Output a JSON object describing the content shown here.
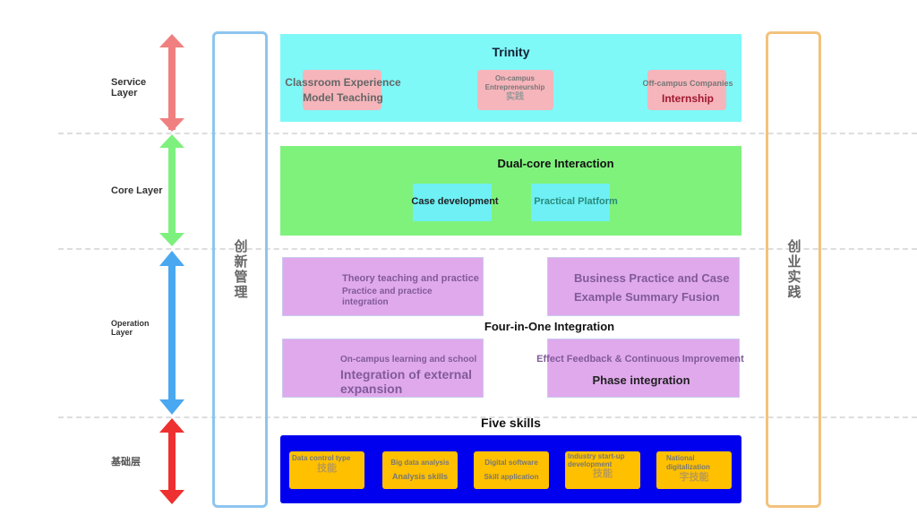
{
  "layers": {
    "service": "Service Layer",
    "core": "Core Layer",
    "operation": "Operation Layer",
    "foundation": "基础层"
  },
  "left_bar": "创新管理",
  "right_bar": "创业实践",
  "service": {
    "title": "Trinity",
    "items": [
      {
        "line1": "Classroom Experience",
        "line2": "Model Teaching"
      },
      {
        "line1": "On-campus",
        "line2": "Entrepreneurship",
        "line3": "实践"
      },
      {
        "line1": "Off-campus Companies",
        "line2": "Internship"
      }
    ]
  },
  "core": {
    "title": "Dual-core Interaction",
    "items": [
      "Case development",
      "Practical Platform"
    ]
  },
  "operation": {
    "title": "Four-in-One Integration",
    "items": [
      {
        "line1": "Theory teaching and practice",
        "line2": "Practice and practice integration"
      },
      {
        "line1": "Business Practice and Case",
        "line2": "Example Summary Fusion"
      },
      {
        "line1": "On-campus learning and school",
        "line2": "Integration of external expansion"
      },
      {
        "line1": "Effect Feedback & Continuous Improvement",
        "line2": "Phase integration"
      }
    ]
  },
  "foundation": {
    "title": "Five skills",
    "items": [
      {
        "line1": "Data control type",
        "line2": "技能"
      },
      {
        "line1": "Big data analysis",
        "line2": "Analysis skills"
      },
      {
        "line1": "Digital software",
        "line2": "Skill application"
      },
      {
        "line1": "Industry start-up development",
        "line2": "技能"
      },
      {
        "line1": "National digitalization",
        "line2": "字技能"
      }
    ]
  },
  "colors": {
    "service": "#7ff8f8",
    "core": "#7ff27c",
    "foundation": "#0000ee",
    "skill": "#ffc000",
    "arrow_service": "#f08080",
    "arrow_core": "#7ef07e",
    "arrow_operation": "#4aa8f0",
    "arrow_foundation": "#ee3030"
  }
}
